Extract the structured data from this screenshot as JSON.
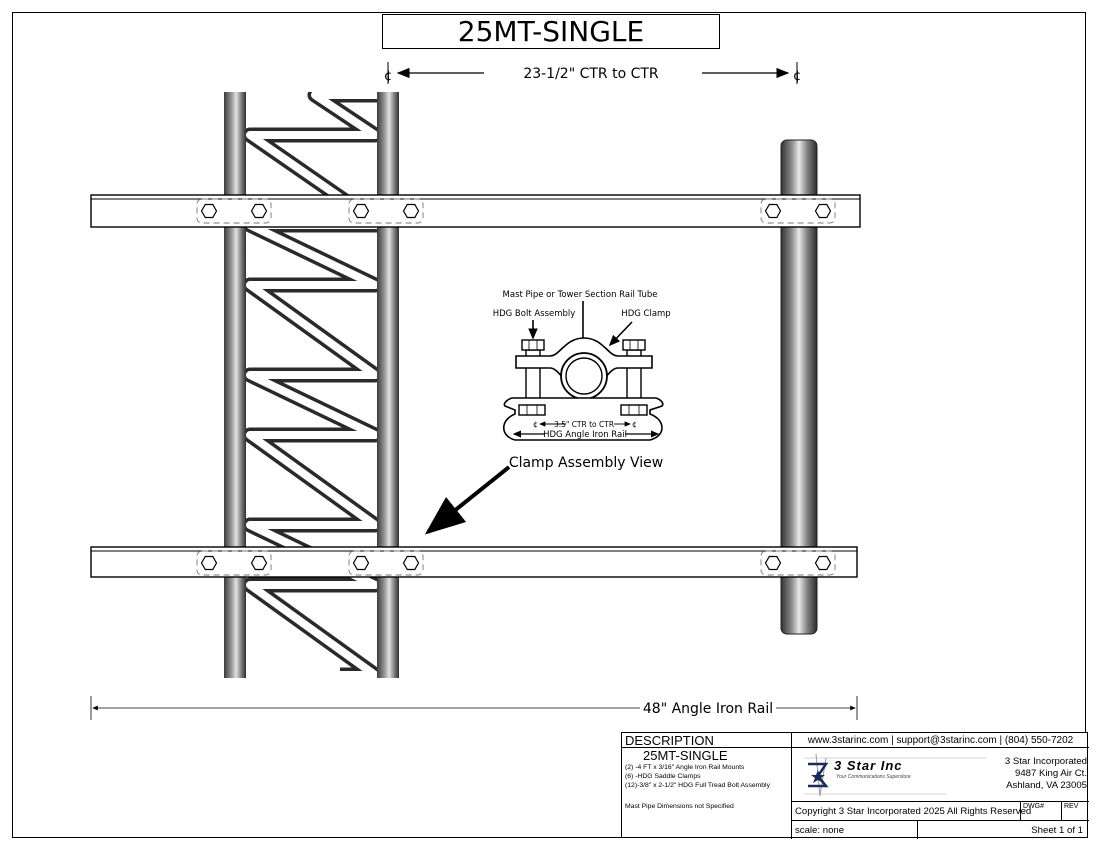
{
  "title": "25MT-SINGLE",
  "dimensions": {
    "ctr_to_ctr": "23-1/2\" CTR to CTR",
    "rail_length": "48\" Angle Iron Rail",
    "centerline_symbol": "¢"
  },
  "callouts": {
    "mast_pipe": "Mast Pipe or Tower Section Rail Tube",
    "bolt_assembly": "HDG Bolt Assembly",
    "clamp": "HDG Clamp",
    "clamp_ctr": "3.5\" CTR to CTR",
    "angle_iron_rail": "HDG Angle Iron Rail",
    "clamp_assembly_view": "Clamp Assembly View"
  },
  "title_block": {
    "description_label": "DESCRIPTION",
    "contact": "www.3starinc.com | support@3starinc.com | (804) 550-7202",
    "part_name": "25MT-SINGLE",
    "items": [
      "(2) -4 FT x 3/16\" Angle Iron Rail Mounts",
      "(6) -HDG Saddle Clamps",
      "(12)-3/8\" x 2-1/2\" HDG Full Tread Bolt Assembly"
    ],
    "note": "Mast Pipe Dimensions not Specified",
    "logo_name": "3 Star Inc",
    "logo_tagline": "Your Communications Superstore",
    "company_name": "3 Star Incorporated",
    "company_street": "9487 King Air Ct.",
    "company_city": "Ashland, VA 23005",
    "copyright": "Copyright 3 Star Incorporated 2025 All Rights Reserved",
    "dwg_label": "DWG#",
    "rev_label": "REV",
    "scale": "scale: none",
    "sheet": "Sheet 1 of 1"
  },
  "colors": {
    "line": "#000000",
    "pipe_dark": "#2e2e2e",
    "pipe_light": "#d8d8d8",
    "rail_fill": "#ffffff"
  }
}
